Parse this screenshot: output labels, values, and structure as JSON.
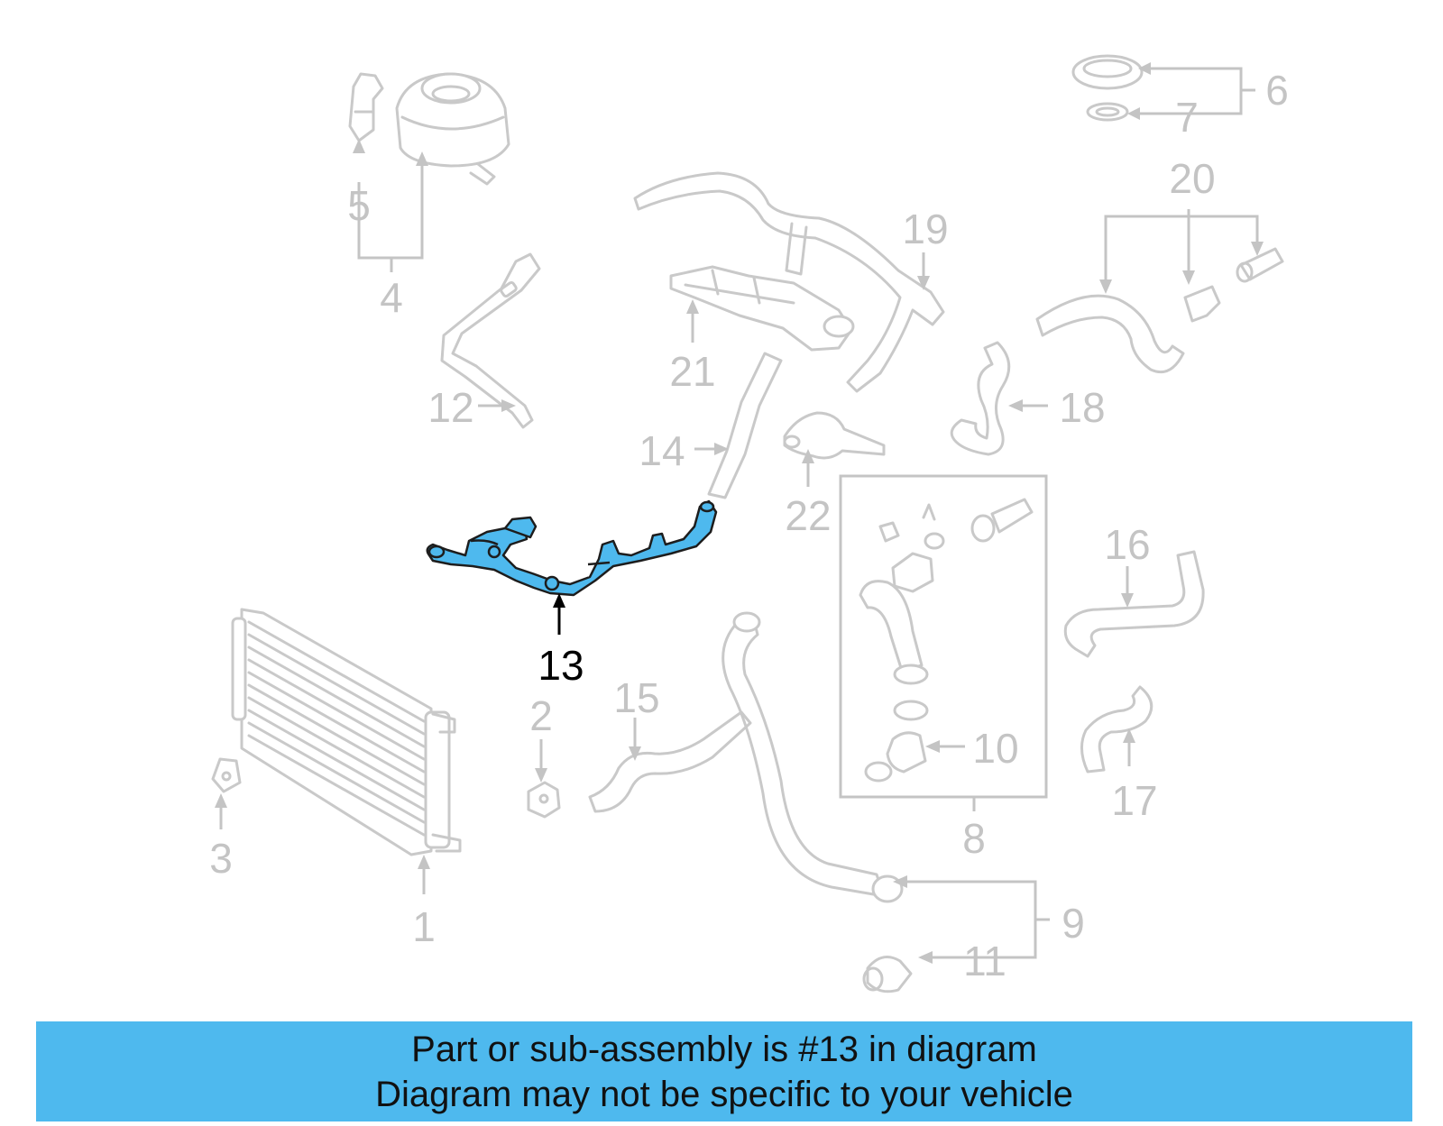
{
  "colors": {
    "banner_bg": "#4eb9ee",
    "highlight_part": "#4eb9ee",
    "inactive_part": "#c9c9c9",
    "inactive_label": "#c4c4c4",
    "active_label": "#000000"
  },
  "highlighted_callout": "13",
  "callouts": [
    "1",
    "2",
    "3",
    "4",
    "5",
    "6",
    "7",
    "8",
    "9",
    "10",
    "11",
    "12",
    "13",
    "14",
    "15",
    "16",
    "17",
    "18",
    "19",
    "20",
    "21",
    "22"
  ],
  "banner": {
    "line1": "Part or sub-assembly is #13 in diagram",
    "line2": "Diagram may not be specific to your vehicle"
  }
}
